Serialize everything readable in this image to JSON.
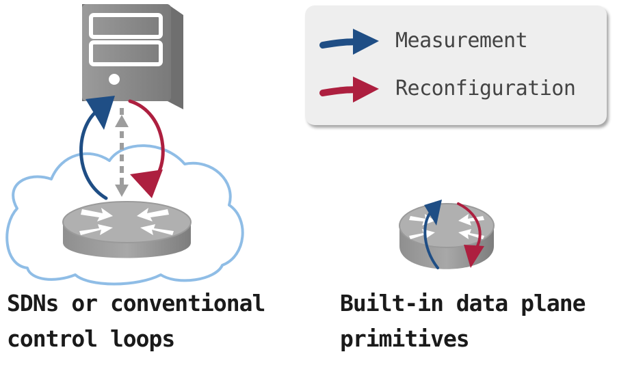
{
  "legend": {
    "items": [
      {
        "label": "Measurement",
        "color": "#1f4e85",
        "icon": "arrow-right-icon"
      },
      {
        "label": "Reconfiguration",
        "color": "#ad1f3f",
        "icon": "arrow-right-icon"
      }
    ]
  },
  "left_panel": {
    "caption_line1": "SDNs or conventional",
    "caption_line2": "control loops",
    "icons": [
      "server-icon",
      "router-icon",
      "cloud-icon"
    ]
  },
  "right_panel": {
    "caption_line1": "Built-in data plane",
    "caption_line2": "primitives",
    "icons": [
      "router-icon"
    ]
  },
  "colors": {
    "measurement": "#1f4e85",
    "reconfiguration": "#ad1f3f",
    "cloud_outline": "#8fbde6",
    "router_gray": "#9a9a9a",
    "server_gray": "#8d8d8d"
  }
}
